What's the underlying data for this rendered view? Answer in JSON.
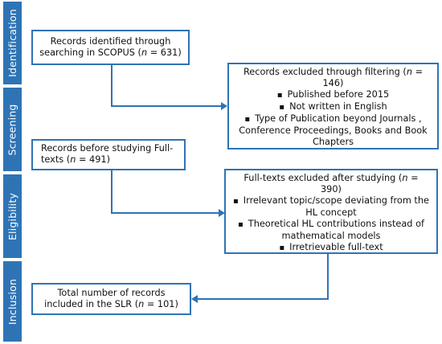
{
  "stages": [
    {
      "label": "Identification"
    },
    {
      "label": "Screening"
    },
    {
      "label": "Eligibility"
    },
    {
      "label": "Inclusion"
    }
  ],
  "identified": {
    "line1": "Records identified through",
    "line2_pre": "searching in SCOPUS (",
    "n_var": "n",
    "line2_post": " = 631)"
  },
  "excluded_filter": {
    "title_pre": "Records excluded through filtering (",
    "n_var": "n",
    "title_post": " = 146)",
    "items": [
      "Published before 2015",
      "Not written in English",
      "Type of Publication beyond Journals , Conference Proceedings, Books and Book Chapters"
    ]
  },
  "before_fulltext": {
    "line1": "Records before studying Full-",
    "line2_pre": "texts (",
    "n_var": "n",
    "line2_post": " = 491)"
  },
  "excluded_fulltext": {
    "title_pre": "Full-texts excluded after studying (",
    "n_var": "n",
    "title_post": " = 390)",
    "items": [
      "Irrelevant topic/scope deviating from the HL concept",
      "Theoretical HL contributions instead of mathematical models",
      "Irretrievable full-text"
    ]
  },
  "included": {
    "line1": "Total number of records",
    "line2_pre": "included in the SLR (",
    "n_var": "n",
    "line2_post": " = 101)"
  }
}
